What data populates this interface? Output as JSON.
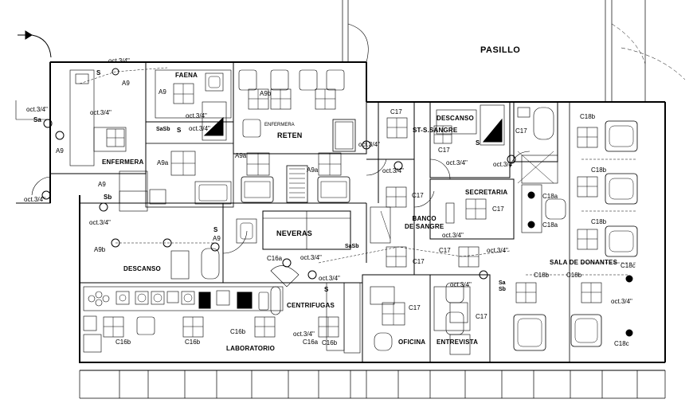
{
  "rooms": {
    "pasillo": "PASILLO",
    "faena": "FAENA",
    "enfermera": "ENFERMERA",
    "enfermera_small": "ENFERMERA",
    "reten": "RETEN",
    "descanso_top": "DESCANSO",
    "st_sangre": "ST-S.SANGRE",
    "secretaria": "SECRETARIA",
    "banco": "BANCO\nDE SANGRE",
    "neveras": "NEVERAS",
    "descanso": "DESCANSO",
    "centrifugas": "CENTRIFUGAS",
    "laboratorio": "LABORATORIO",
    "oficina": "OFICINA",
    "entrevista": "ENTREVISTA",
    "salade": "SALA DE DONANTES"
  },
  "labels": {
    "oct1": "oct.3/4\"",
    "oct2": "oct.3/4\"",
    "oct3": "oct.3/4\"",
    "oct4": "oct.3/4\"",
    "oct5": "oct.3/4\"",
    "oct6": "oct.3/4\"",
    "oct7": "oct.3/4\"",
    "oct8": "oct.3/4\"",
    "oct9": "oct.3/4\"",
    "oct10": "oct.3/4\"",
    "oct11": "oct.3/4\"",
    "oct12": "oct.3/4\"",
    "oct13": "oct.3/4\"",
    "oct14": "oct.3/4\"",
    "oct15": "oct.3/4\"",
    "oct16": "oct.3/4\"",
    "oct17": "oct.3/4\"",
    "a9_1": "A9",
    "a9_2": "A9",
    "a9_3": "A9",
    "a9_4": "A9",
    "a9_5": "A9",
    "a9b_1": "A9b",
    "a9b_2": "A9b",
    "a9a_1": "A9a",
    "a9a_2": "A9a",
    "a9a_3": "A9a",
    "c17_1": "C17",
    "c17_2": "C17",
    "c17_3": "C17",
    "c17_4": "C17",
    "c17_5": "C17",
    "c17_6": "C17",
    "c17_7": "C17",
    "c17_8": "C17",
    "c17_9": "C17",
    "c17_10": "C17",
    "c18a_1": "C18a",
    "c18a_2": "C18a",
    "c18b_1": "C18b",
    "c18b_2": "C18b",
    "c18b_3": "C18b",
    "c18b_4": "C18b",
    "c18b_5": "C18b",
    "c18c_1": "C18c",
    "c18c_2": "C18c",
    "c16a_1": "C16a",
    "c16a_2": "C16a",
    "c16b_1": "C16b",
    "c16b_2": "C16b",
    "c16b_3": "C16b",
    "c16b_4": "C16b",
    "sa1": "Sa",
    "sa2": "Sa",
    "sb1": "Sb",
    "sb2": "Sb",
    "sasb1": "SaSb",
    "sasb2": "SaSb",
    "s1": "S",
    "s2": "S",
    "s3": "S",
    "s4": "S",
    "s5": "S"
  }
}
